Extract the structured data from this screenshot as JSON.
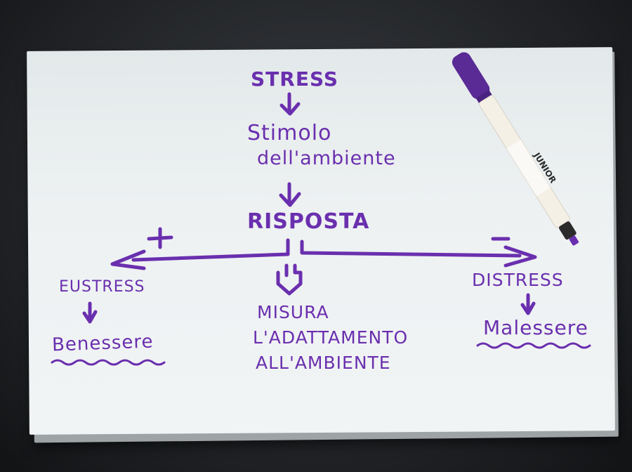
{
  "diagram": {
    "title": "STRESS",
    "stimulus_line1": "Stimolo",
    "stimulus_line2": "dell'ambiente",
    "response": "RISPOSTA",
    "plus_sign": "+",
    "minus_sign": "-",
    "left_branch": {
      "label": "EUSTRESS",
      "result": "Benessere"
    },
    "center_branch": {
      "line1": "MISURA",
      "line2": "L'ADATTAMENTO",
      "line3": "ALL'AMBIENTE"
    },
    "right_branch": {
      "label": "DISTRESS",
      "result": "Malessere"
    }
  },
  "marker": {
    "brand_text": "JUNIOR",
    "ink_color": "#6a2fae",
    "body_color": "#f4f0e6",
    "cap_color": "#5a2a95"
  },
  "colors": {
    "ink": "#6a2fae",
    "paper": "#eef2f3",
    "desk": "#1e2023"
  }
}
